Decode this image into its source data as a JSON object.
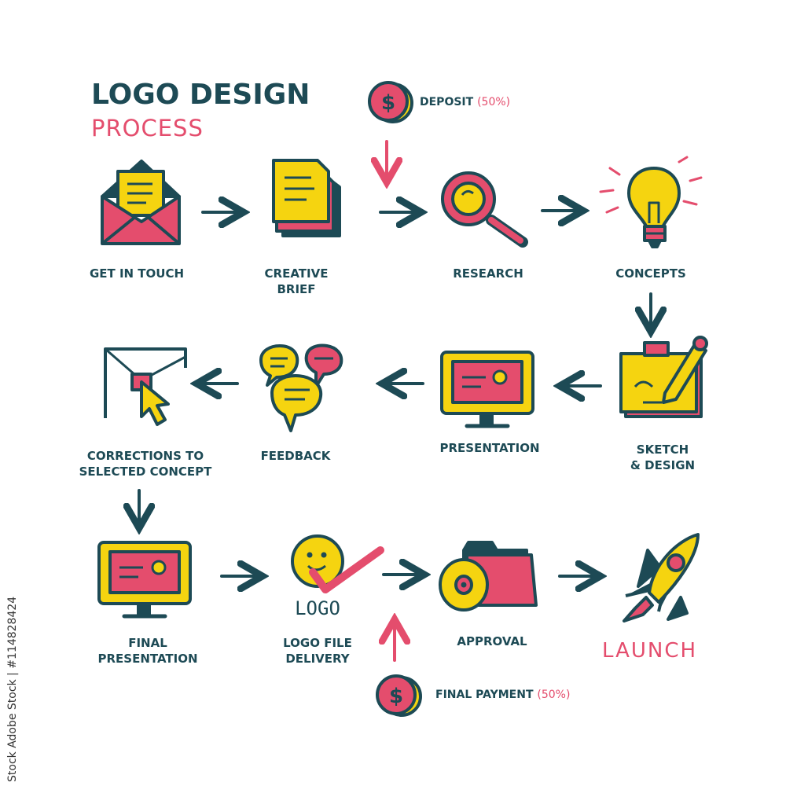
{
  "title": {
    "main": "LOGO DESIGN",
    "sub": "PROCESS"
  },
  "colors": {
    "navy": "#1d4a55",
    "pink": "#e44d6d",
    "yellow": "#f5d410"
  },
  "steps": {
    "get_in_touch": "GET IN TOUCH",
    "creative_brief": "CREATIVE\nBRIEF",
    "research": "RESEARCH",
    "concepts": "CONCEPTS",
    "sketch_design": "SKETCH\n& DESIGN",
    "presentation": "PRESENTATION",
    "feedback": "FEEDBACK",
    "corrections": "CORRECTIONS TO\nSELECTED CONCEPT",
    "final_presentation": "FINAL\nPRESENTATION",
    "logo_file_delivery": "LOGO FILE\nDELIVERY",
    "approval": "APPROVAL",
    "launch": "LAUNCH"
  },
  "payments": {
    "deposit_label": "DEPOSIT",
    "deposit_pct": "(50%)",
    "final_label": "FINAL PAYMENT",
    "final_pct": "(50%)"
  },
  "logo_sketch_text": "LOGO",
  "coin_symbol": "$",
  "watermark": "Stock Adobe Stock | #114828424",
  "icons": [
    "envelope-icon",
    "documents-icon",
    "magnifier-icon",
    "lightbulb-icon",
    "sketchpad-pencil-icon",
    "monitor-icon",
    "speech-bubbles-icon",
    "cursor-click-icon",
    "monitor-icon",
    "smiley-check-icon",
    "folder-disc-icon",
    "rocket-icon",
    "coin-dollar-icon"
  ]
}
